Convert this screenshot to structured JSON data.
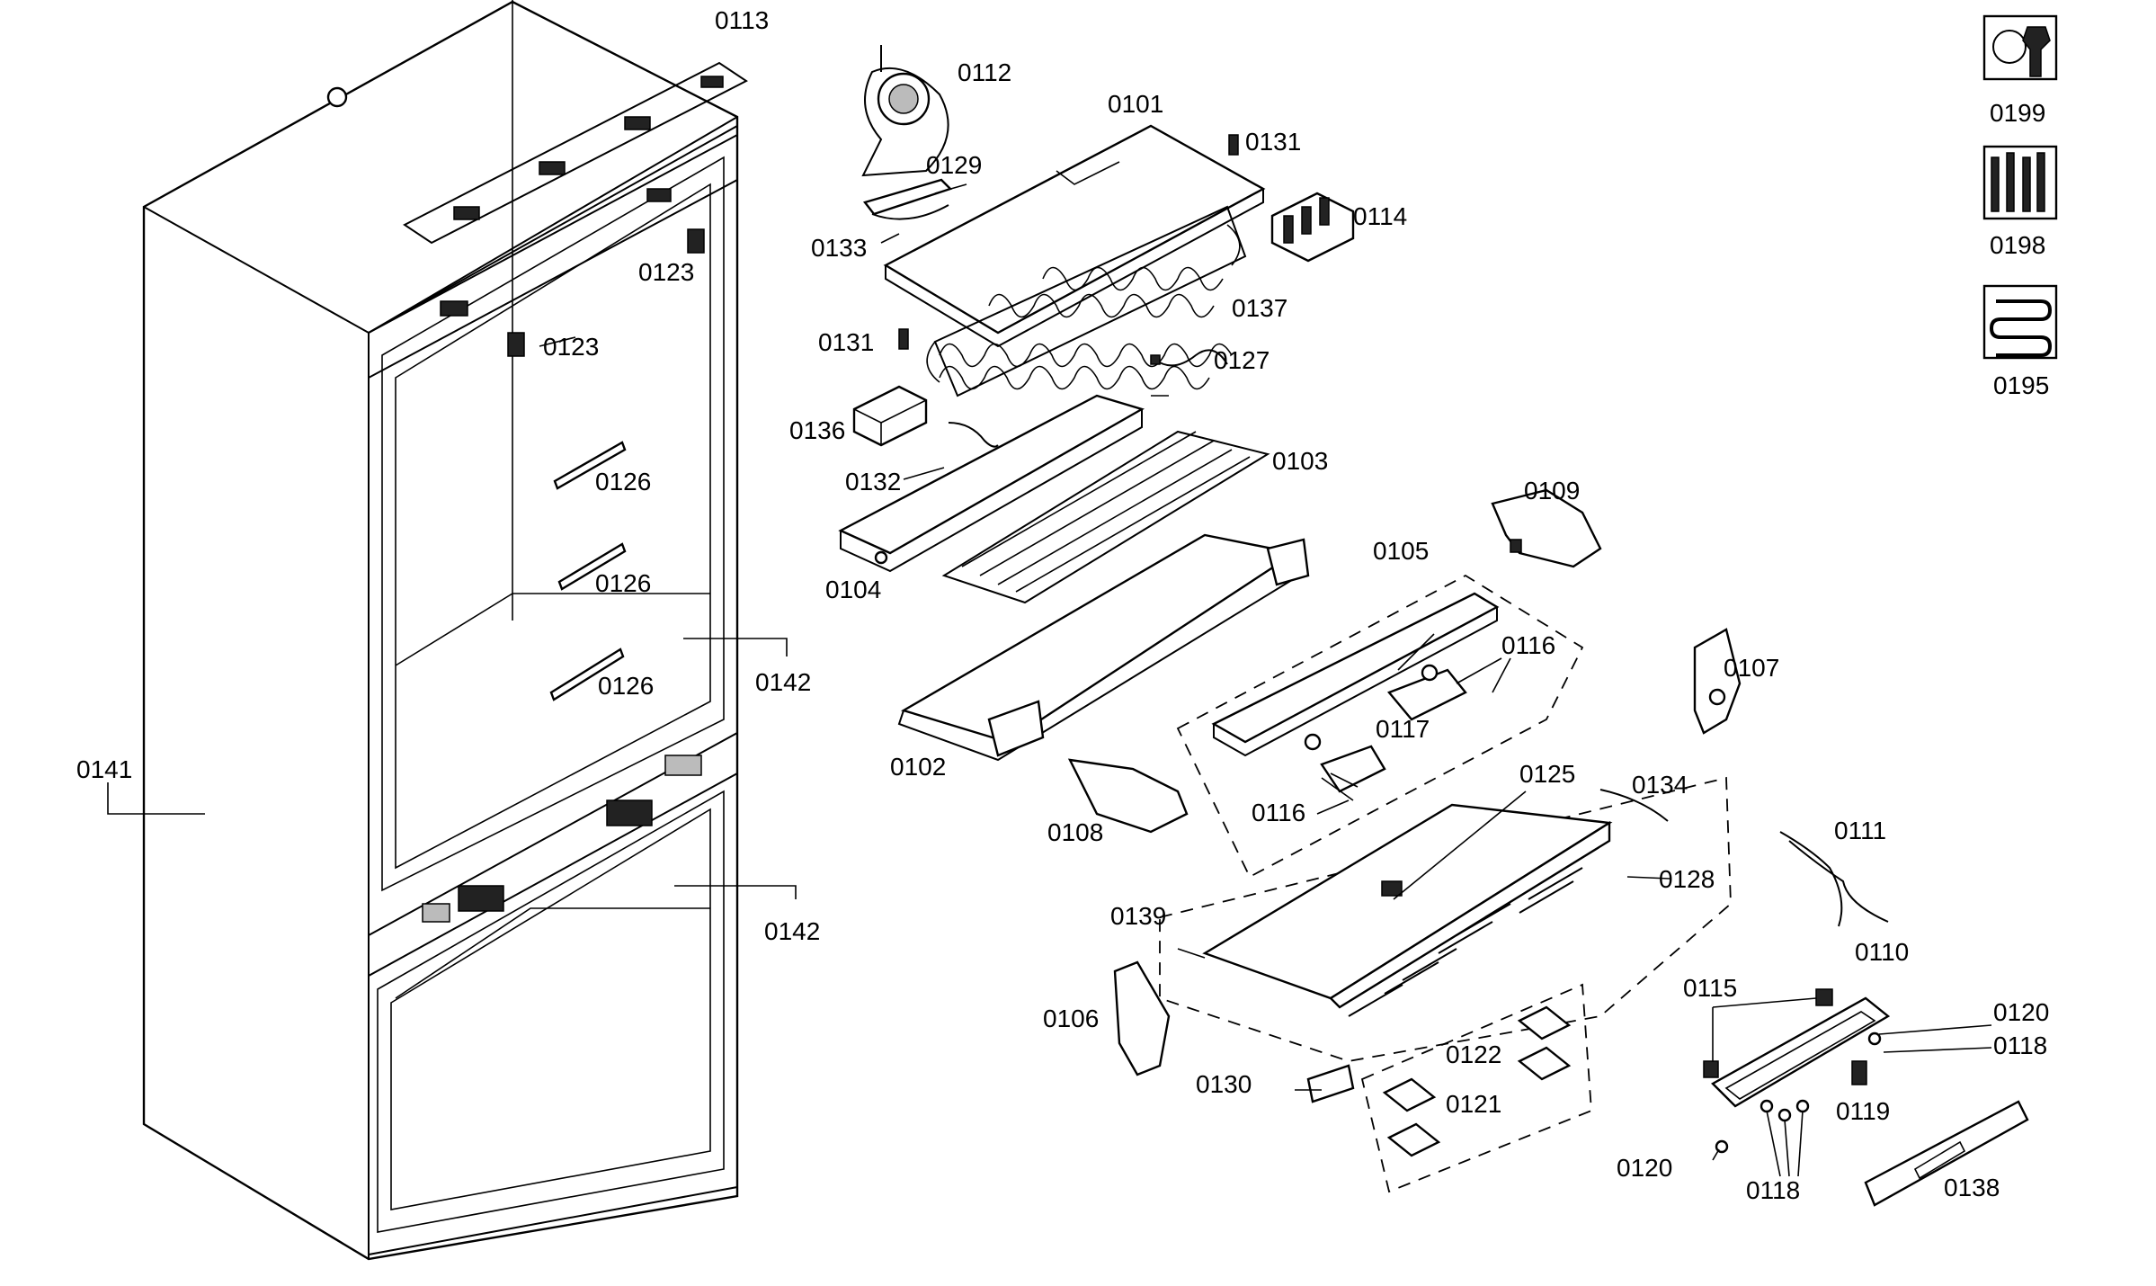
{
  "labels": {
    "p0101": "0101",
    "p0102": "0102",
    "p0103": "0103",
    "p0104": "0104",
    "p0105": "0105",
    "p0106": "0106",
    "p0107": "0107",
    "p0108": "0108",
    "p0109": "0109",
    "p0110": "0110",
    "p0111": "0111",
    "p0112": "0112",
    "p0113": "0113",
    "p0114": "0114",
    "p0115": "0115",
    "p0116a": "0116",
    "p0116b": "0116",
    "p0117": "0117",
    "p0118a": "0118",
    "p0118b": "0118",
    "p0119": "0119",
    "p0120a": "0120",
    "p0120b": "0120",
    "p0121": "0121",
    "p0122": "0122",
    "p0123a": "0123",
    "p0123b": "0123",
    "p0125": "0125",
    "p0126a": "0126",
    "p0126b": "0126",
    "p0126c": "0126",
    "p0127": "0127",
    "p0128": "0128",
    "p0129": "0129",
    "p0130": "0130",
    "p0131a": "0131",
    "p0131b": "0131",
    "p0132": "0132",
    "p0133": "0133",
    "p0134": "0134",
    "p0136": "0136",
    "p0137": "0137",
    "p0138": "0138",
    "p0139": "0139",
    "p0141": "0141",
    "p0142a": "0142",
    "p0142b": "0142",
    "p0195": "0195",
    "p0198": "0198",
    "p0199": "0199"
  },
  "icons": {
    "p0199": "service-wrench-icon",
    "p0198": "hardware-kit-icon",
    "p0195": "heater-coil-icon"
  }
}
